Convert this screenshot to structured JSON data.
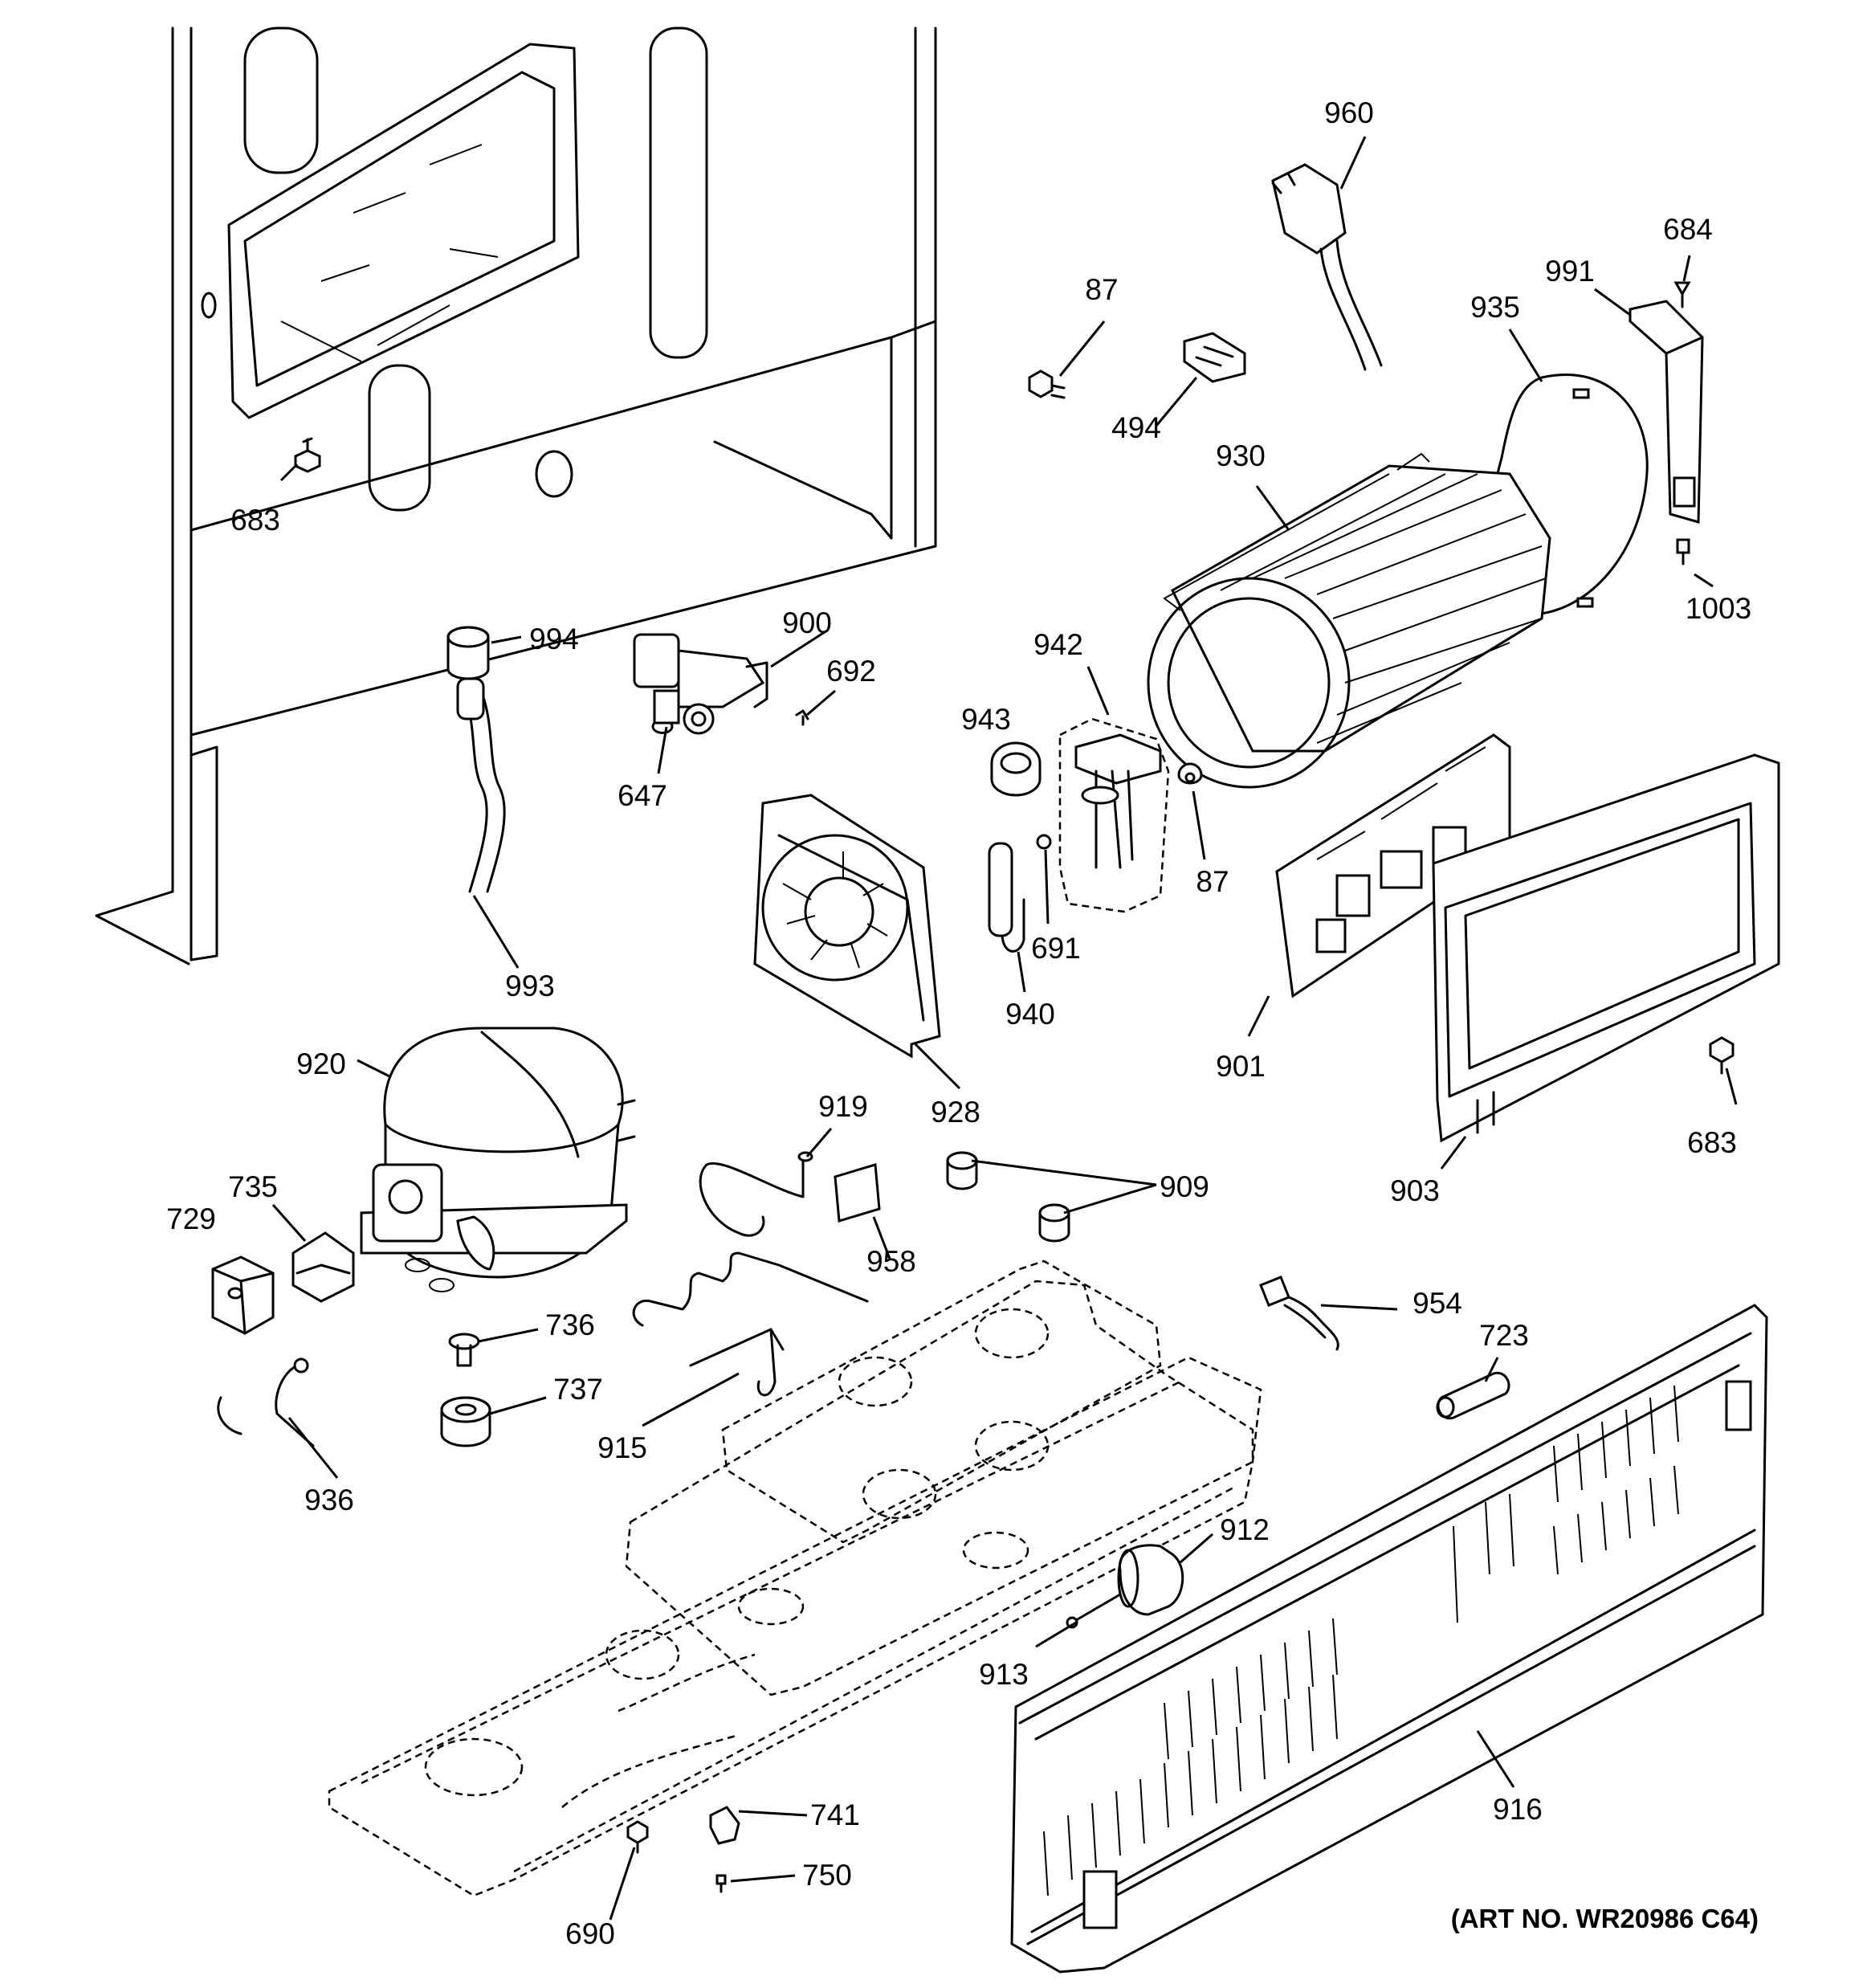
{
  "diagram": {
    "art_number": "(ART NO. WR20986 C64)",
    "callouts": {
      "c960": "960",
      "c87a": "87",
      "c684": "684",
      "c991": "991",
      "c935": "935",
      "c494": "494",
      "c930": "930",
      "c683a": "683",
      "c1003": "1003",
      "c994": "994",
      "c900": "900",
      "c692": "692",
      "c942": "942",
      "c943": "943",
      "c647": "647",
      "c87b": "87",
      "c691": "691",
      "c993": "993",
      "c940": "940",
      "c901": "901",
      "c920": "920",
      "c928": "928",
      "c683b": "683",
      "c919": "919",
      "c909": "909",
      "c903": "903",
      "c735": "735",
      "c729": "729",
      "c958": "958",
      "c954": "954",
      "c736": "736",
      "c723": "723",
      "c737": "737",
      "c915": "915",
      "c936": "936",
      "c912": "912",
      "c913": "913",
      "c916": "916",
      "c741": "741",
      "c750": "750",
      "c690": "690"
    }
  }
}
